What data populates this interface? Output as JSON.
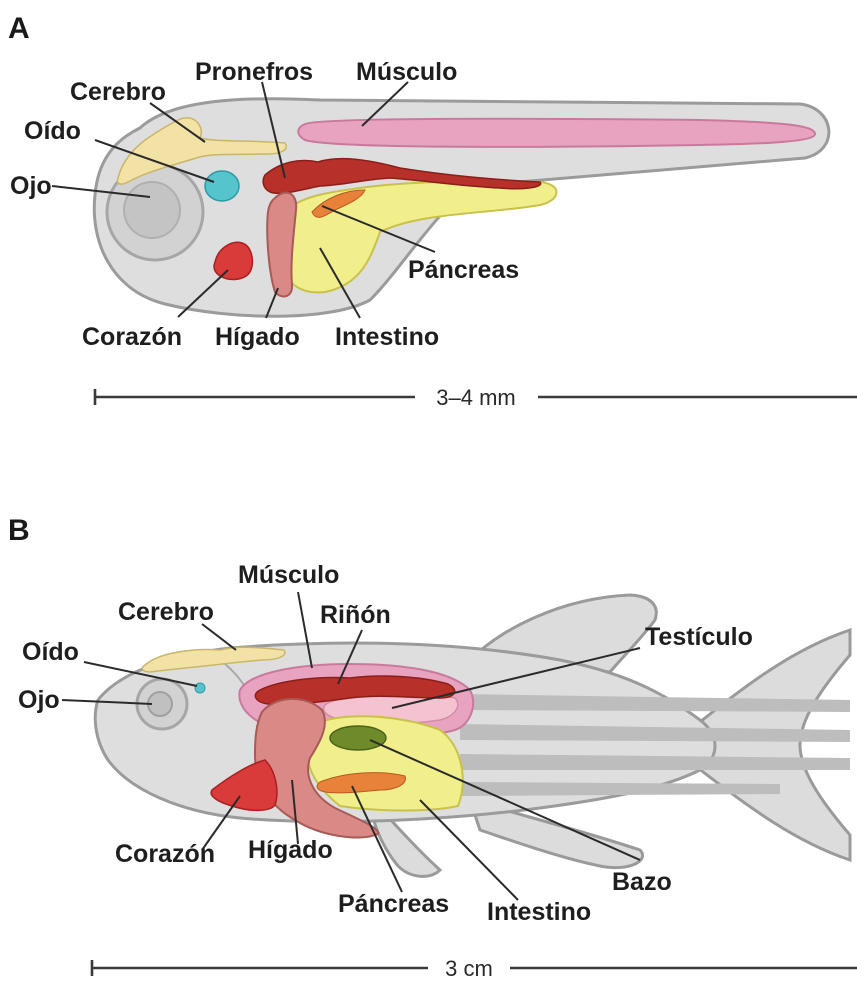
{
  "panels": [
    {
      "letter": "A",
      "scale_label": "3–4 mm",
      "labels": {
        "cerebro": "Cerebro",
        "pronefros": "Pronefros",
        "musculo": "Músculo",
        "oido": "Oído",
        "ojo": "Ojo",
        "pancreas": "Páncreas",
        "corazon": "Corazón",
        "higado": "Hígado",
        "intestino": "Intestino"
      }
    },
    {
      "letter": "B",
      "scale_label": "3 cm",
      "labels": {
        "musculo": "Músculo",
        "cerebro": "Cerebro",
        "rinon": "Riñón",
        "testiculo": "Testículo",
        "oido": "Oído",
        "ojo": "Ojo",
        "corazon": "Corazón",
        "higado": "Hígado",
        "bazo": "Bazo",
        "pancreas": "Páncreas",
        "intestino": "Intestino"
      }
    }
  ],
  "colors": {
    "brain": "#f2e2a6",
    "ear": "#55c4cc",
    "heart": "#d93a3a",
    "liver": "#d98a86",
    "intestine": "#f1ef8c",
    "pancreas": "#e8813a",
    "kidney": "#b8302a",
    "muscle": "#e8a3c0",
    "spleen": "#6f8a2a",
    "testis": "#f4c2d0",
    "body": "#dedede",
    "outline": "#9b9b9b"
  }
}
